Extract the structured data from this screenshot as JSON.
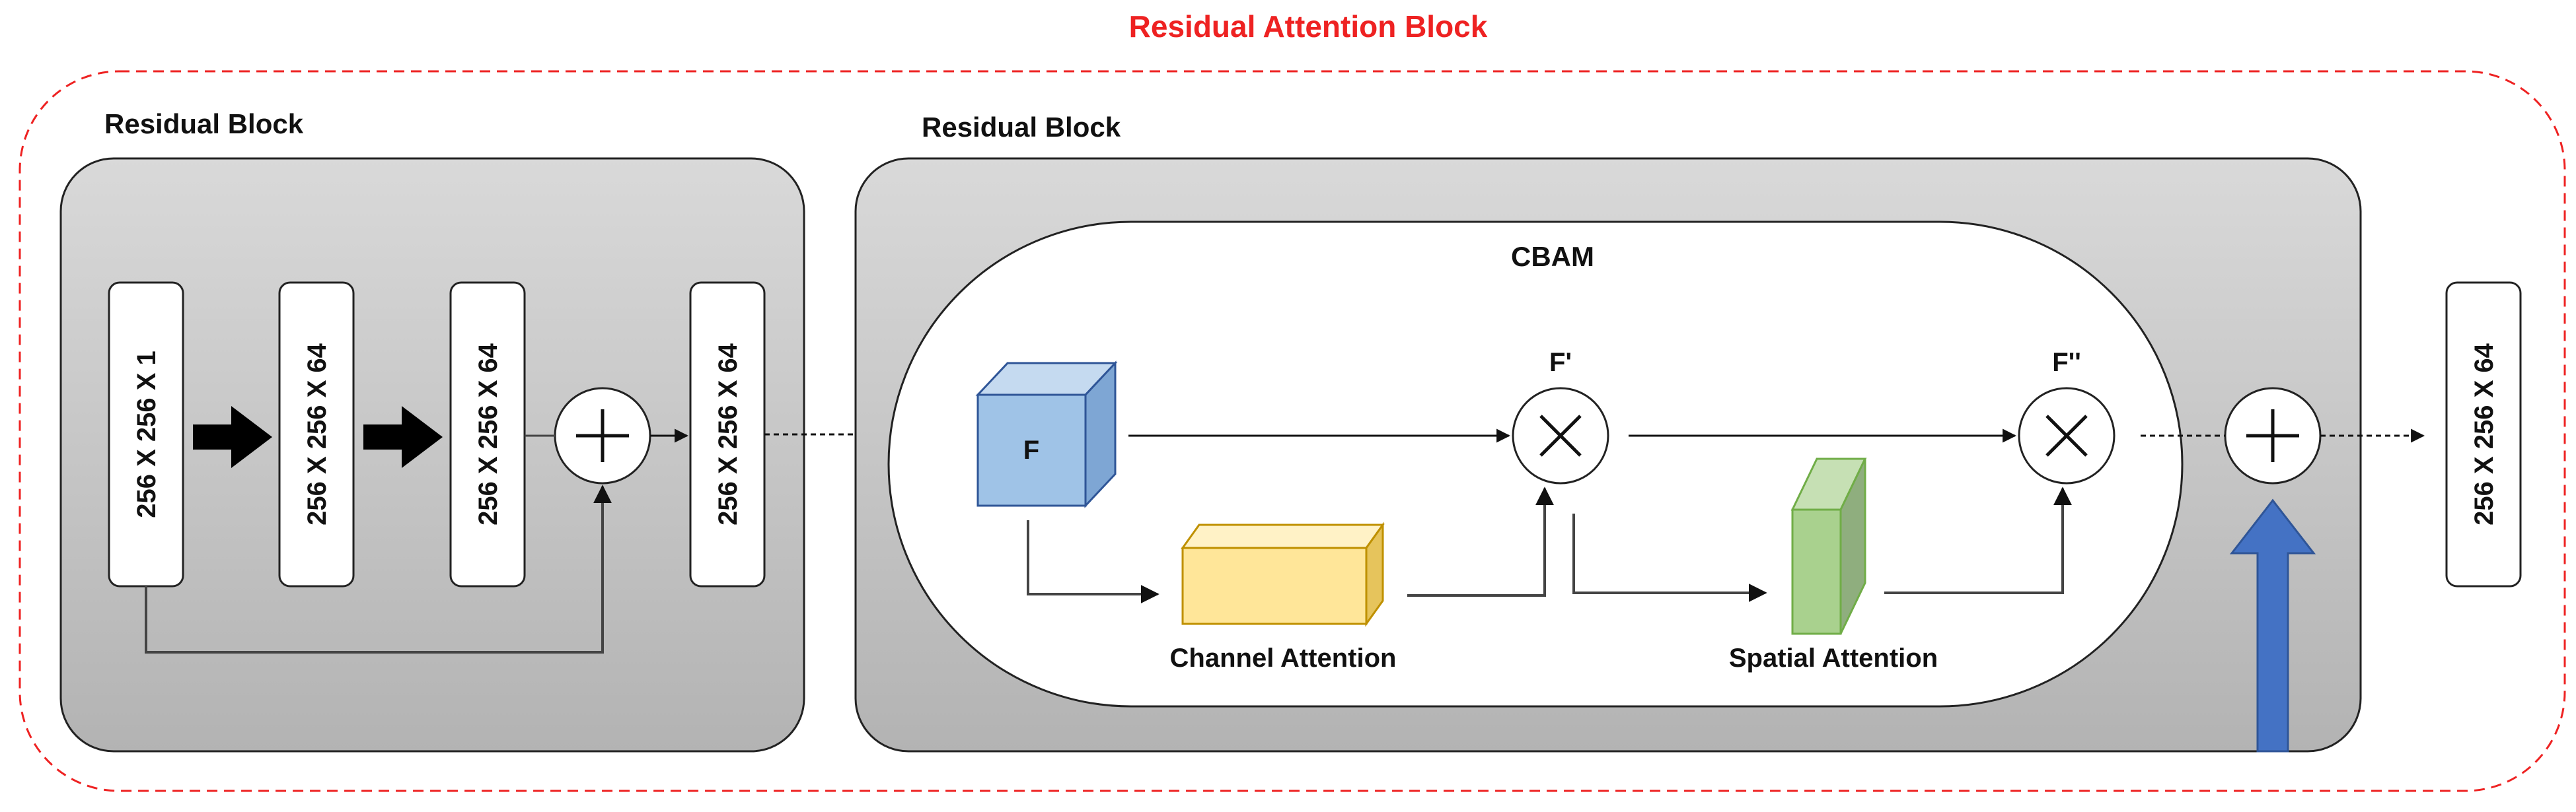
{
  "title": "Residual Attention Block",
  "residual_block_1": {
    "label": "Residual Block",
    "tensors": [
      "256 X 256 X 1",
      "256 X 256 X 64",
      "256 X 256 X 64",
      "256 X 256 X 64"
    ]
  },
  "residual_block_2": {
    "label": "Residual Block",
    "cbam": {
      "label": "CBAM",
      "input_feature": "F",
      "refined_feature_1": "F'",
      "refined_feature_2": "F''",
      "channel_attention": "Channel Attention",
      "spatial_attention": "Spatial Attention"
    }
  },
  "output_tensor": "256 X 256 X 64",
  "colors": {
    "title_and_outer_border": "#ee2222",
    "block_fill": "#c8c8c8",
    "input_cube": "#9fc3e7",
    "channel_attention_box": "#ffe699",
    "spatial_attention_slab": "#a9d18e",
    "skip_arrow": "#4472c4"
  },
  "icons": {
    "add": "circle-plus",
    "multiply": "circle-times"
  }
}
